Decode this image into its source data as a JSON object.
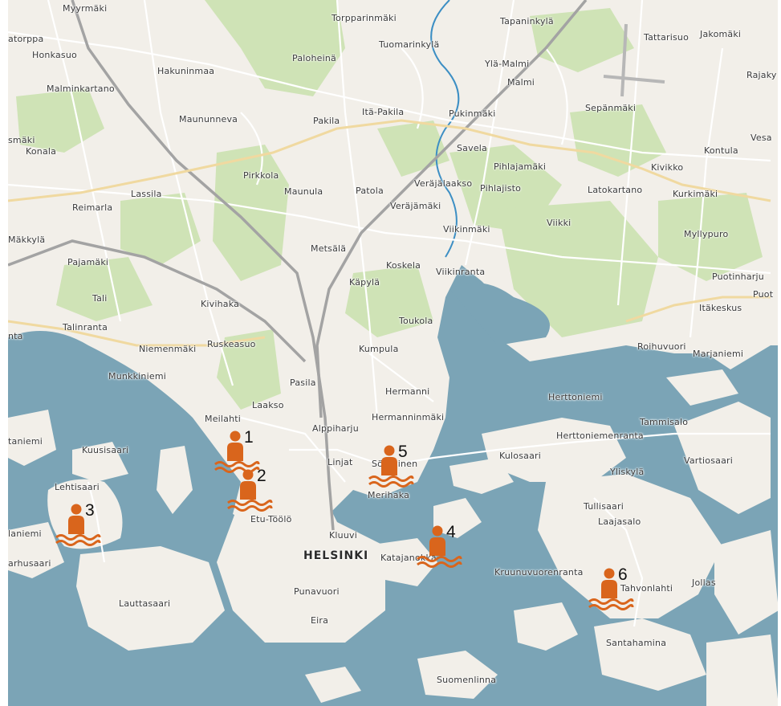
{
  "map": {
    "colors": {
      "water": "#7ba4b6",
      "land": "#f2efe9",
      "park": "#cfe3b6",
      "road": "#ffffff",
      "motorway": "#9a9a9a",
      "river": "#3d8fc4",
      "marker": "#d9651c"
    },
    "city_label": "HELSINKI",
    "places": [
      "Myyrmäki",
      "atorppa",
      "Honkasuo",
      "Malminkartano",
      "Hakuninmaa",
      "Maununneva",
      "smäki",
      "Konala",
      "Pirkkola",
      "Lassila",
      "Reimarla",
      "Mäkkylä",
      "Pajamäki",
      "Tali",
      "Talinranta",
      "Kivihaka",
      "Niemenmäki",
      "Ruskeasuo",
      "nta",
      "Munkkiniemi",
      "Meilahti",
      "Laakso",
      "Pasila",
      "Torpparinmäki",
      "Tuomarinkylä",
      "Paloheinä",
      "Pakila",
      "Itä-Pakila",
      "Maunula",
      "Patola",
      "Metsälä",
      "Käpylä",
      "Koskela",
      "Kumpula",
      "Toukola",
      "Hermanni",
      "Hermanninmäki",
      "Alppiharju",
      "Linjat",
      "Sörnäinen",
      "Merihaka",
      "Kluuvi",
      "Katajanokka",
      "Etu-Töölö",
      "Punavuori",
      "Eira",
      "Lauttasaari",
      "Kuusisaari",
      "Lehtisaari",
      "taniemi",
      "laniemi",
      "arhusaari",
      "Suomenlinna",
      "Tapaninkylä",
      "Ylä-Malmi",
      "Malmi",
      "Pukinmäki",
      "Savela",
      "Pihlajamäki",
      "Pihlajisto",
      "Veräjälaakso",
      "Veräjämäki",
      "Viikinmäki",
      "Viikinranta",
      "Viikki",
      "Sepänmäki",
      "Tattarisuo",
      "Jakomäki",
      "Rajaky",
      "Kontula",
      "Vesa",
      "Kivikko",
      "Kurkimäki",
      "Latokartano",
      "Myllypuro",
      "Puotinharju",
      "Puot",
      "Itäkeskus",
      "Roihuvuori",
      "Marjaniemi",
      "Herttoniemi",
      "Tammisalo",
      "Herttoniemenranta",
      "Kulosaari",
      "Vartiosaari",
      "Yliskylä",
      "Tullisaari",
      "Laajasalo",
      "Kruunuvuorenranta",
      "Jollas",
      "Tahvonlahti",
      "Santahamina"
    ],
    "markers": [
      {
        "label": "1",
        "icon": "swimmer-icon"
      },
      {
        "label": "2",
        "icon": "swimmer-icon"
      },
      {
        "label": "3",
        "icon": "swimmer-icon"
      },
      {
        "label": "4",
        "icon": "swimmer-icon"
      },
      {
        "label": "5",
        "icon": "swimmer-icon"
      },
      {
        "label": "6",
        "icon": "swimmer-icon"
      }
    ]
  }
}
